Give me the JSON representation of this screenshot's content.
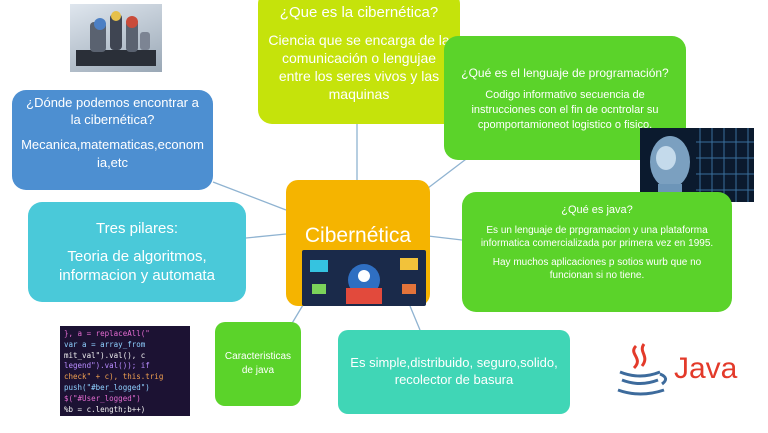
{
  "center": {
    "title": "Cibernética"
  },
  "nodes": {
    "que_es": {
      "title": "¿Que es la cibernética?",
      "body": "Ciencia que se encarga de la comunicación o lengujae entre los seres vivos y las maquinas"
    },
    "lenguaje": {
      "title": "¿Qué es el lenguaje de programación?",
      "body": "Codigo informativo secuencia de instrucciones con el fin de ocntrolar su cpomportamioneot logistico o fisico."
    },
    "donde": {
      "title": "¿Dónde podemos encontrar a la cibernética?",
      "body": "Mecanica,matematicas,economia,etc"
    },
    "pilares": {
      "title": "Tres pilares:",
      "body": "Teoria de algoritmos, informacion y automata"
    },
    "java": {
      "title": "¿Qué es java?",
      "body1": "Es un lenguaje de prpgramacion y una plataforma informatica comercializada por primera vez en 1995.",
      "body2": "Hay muchos aplicaciones p sotios wurb que no funcionan si no tiene."
    },
    "caracteristicas": {
      "title": "Caracteristicas de java"
    },
    "simple": {
      "body": "Es simple,distribuido, seguro,solido, recolector de basura"
    }
  },
  "images": {
    "java_logo_text": "Java",
    "code_lines": [
      "}, a = replaceAll(\"",
      "var a = array_from",
      "mit_val\").val(), c",
      "legend\").val()); if",
      "check\" + c), this.trig",
      "push(\"#ber_logged\")",
      "$(\"#User_logged\")",
      "%b = c.length;b++)"
    ]
  },
  "colors": {
    "center": "#f5b400",
    "yellow_green": "#c5e30b",
    "green": "#5bd32a",
    "blue": "#4d8fd1",
    "cyan": "#4ac9d9",
    "teal": "#40d6b6",
    "java_red": "#e33a2a",
    "java_blue": "#3d6b9c"
  }
}
